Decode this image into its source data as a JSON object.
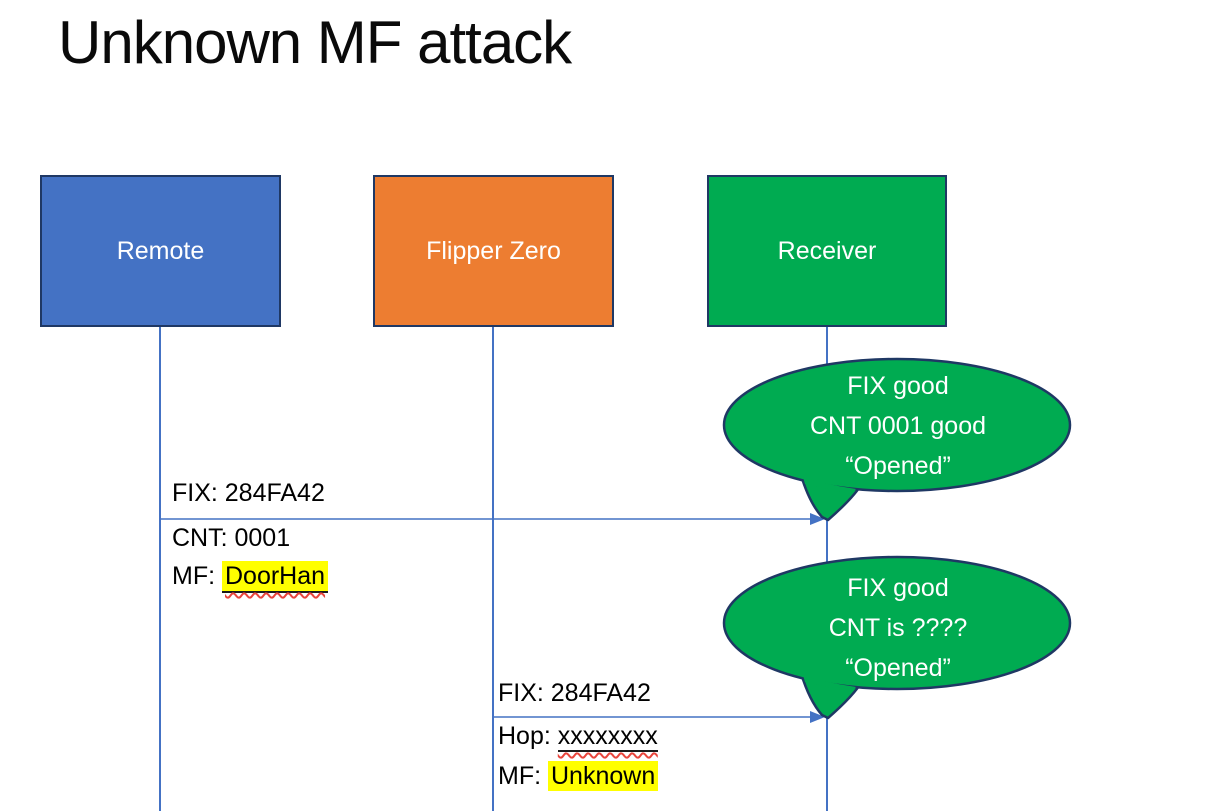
{
  "slide": {
    "title": "Unknown MF attack"
  },
  "colors": {
    "remote_fill": "#4472C4",
    "flipper_fill": "#ED7D31",
    "receiver_fill": "#00AB51",
    "shape_border": "#1F3864",
    "bubble_fill": "#00AB51",
    "bubble_border": "#1F3864",
    "arrow_line": "#4472C4",
    "highlight": "#FFFF00",
    "squiggle": "#E8453C",
    "text": "#000000",
    "label_text": "#FFFFFF"
  },
  "actors": [
    {
      "label": "Remote"
    },
    {
      "label": "Flipper Zero"
    },
    {
      "label": "Receiver"
    }
  ],
  "messages": [
    {
      "above": "FIX: 284FA42",
      "below1": "CNT: 0001",
      "below2_prefix": "MF: ",
      "below2_value": "DoorHan"
    },
    {
      "above": "FIX: 284FA42",
      "below1_prefix": "Hop: ",
      "below1_value": "xxxxxxxx",
      "below2_prefix": "MF: ",
      "below2_value": "Unknown"
    }
  ],
  "bubbles": [
    {
      "line1": "FIX good",
      "line2": "CNT 0001 good",
      "line3": "“Opened”"
    },
    {
      "line1": "FIX good",
      "line2": "CNT is ????",
      "line3": "“Opened”"
    }
  ]
}
